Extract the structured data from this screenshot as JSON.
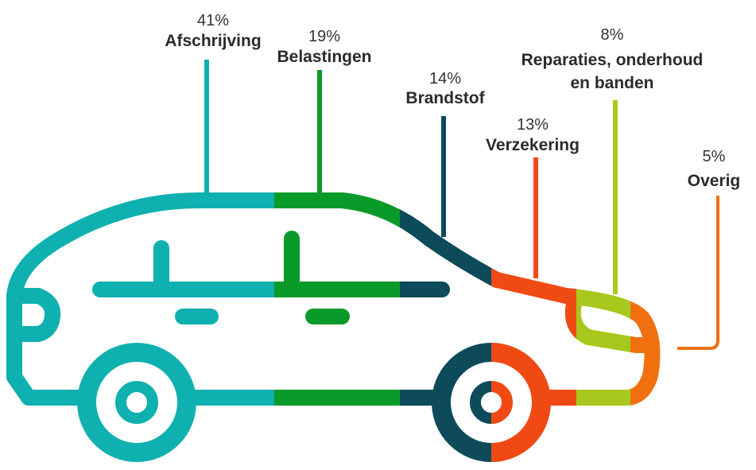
{
  "chart_data": {
    "type": "pie",
    "title": "",
    "categories": [
      "Afschrijving",
      "Belastingen",
      "Brandstof",
      "Verzekering",
      "Reparaties, onderhoud en banden",
      "Overig"
    ],
    "values": [
      41,
      19,
      14,
      13,
      8,
      5
    ],
    "unit": "%",
    "segments": [
      {
        "pct": "41%",
        "label_lines": [
          "Afschrijving"
        ],
        "color": "#0fb0b0",
        "value": 41
      },
      {
        "pct": "19%",
        "label_lines": [
          "Belastingen"
        ],
        "color": "#0a9a2a",
        "value": 19
      },
      {
        "pct": "14%",
        "label_lines": [
          "Brandstof"
        ],
        "color": "#0d4a5a",
        "value": 14
      },
      {
        "pct": "13%",
        "label_lines": [
          "Verzekering"
        ],
        "color": "#f04a14",
        "value": 13
      },
      {
        "pct": "8%",
        "label_lines": [
          "Reparaties, onderhoud",
          "en banden"
        ],
        "color": "#a8c81e",
        "value": 8
      },
      {
        "pct": "5%",
        "label_lines": [
          "Overig"
        ],
        "color": "#f07010",
        "value": 5
      }
    ]
  }
}
